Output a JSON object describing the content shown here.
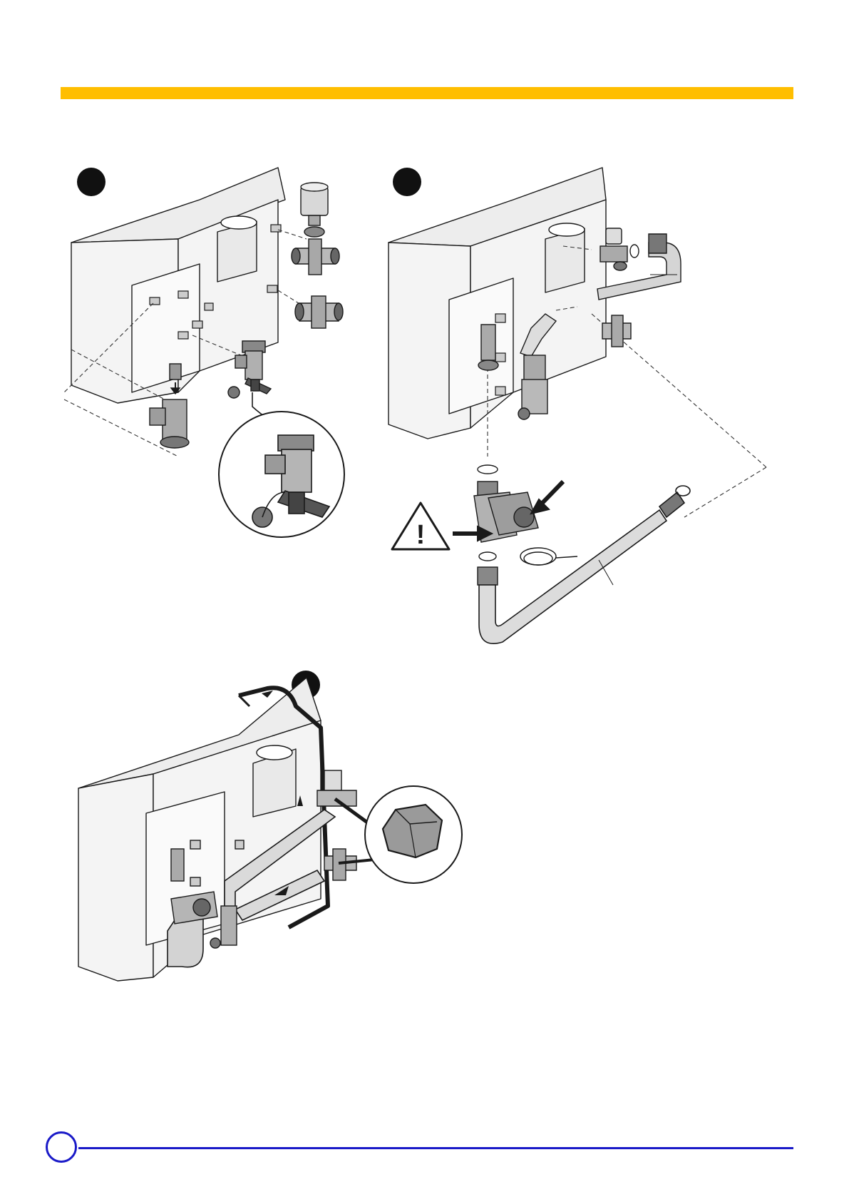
{
  "page": {
    "accent_color": "#ffbe00",
    "rule_color": "#1a1ac8",
    "line_color": "#1a1a1a",
    "panel_color": "#f2f2f2",
    "metal_color": "#9a9a9a"
  },
  "steps": [
    {
      "id": "step-1",
      "badge": ""
    },
    {
      "id": "step-2",
      "badge": ""
    },
    {
      "id": "step-3",
      "badge": ""
    },
    {
      "id": "step-3-detail",
      "badge": ""
    }
  ],
  "warning": {
    "symbol": "!"
  },
  "icons": [
    "warning-triangle-icon",
    "arrow-icon",
    "cap-nut-icon",
    "valve-icon",
    "pump-icon"
  ]
}
